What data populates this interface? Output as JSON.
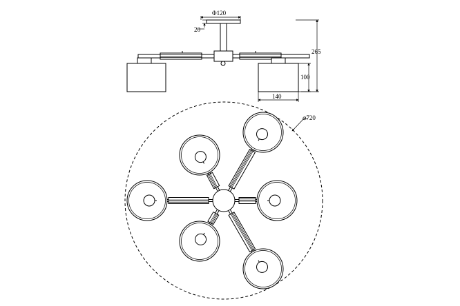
{
  "dimensions": {
    "canopy_diameter": "Φ120",
    "canopy_thickness": "20",
    "total_height": "265",
    "shade_height": "100",
    "shade_width": "140",
    "overall_diameter": "⌀720"
  },
  "colors": {
    "line": "#000000",
    "background": "#ffffff"
  }
}
